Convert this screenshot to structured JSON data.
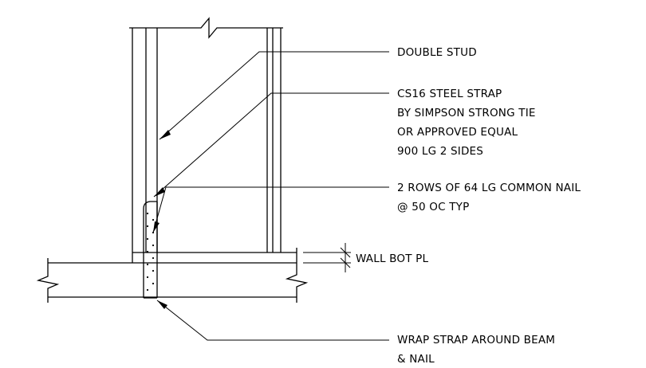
{
  "notes": {
    "double_stud": "DOUBLE STUD",
    "strap_line1": "CS16 STEEL STRAP",
    "strap_line2": "BY SIMPSON STRONG TIE",
    "strap_line3": "OR APPROVED EQUAL",
    "strap_line4": "900 LG 2 SIDES",
    "nail_line1": "2 ROWS OF 64 LG COMMON NAIL",
    "nail_line2": "@ 50 OC TYP",
    "wall_bot_pl": "WALL BOT PL",
    "wrap_line1": "WRAP STRAP AROUND BEAM",
    "wrap_line2": "& NAIL"
  }
}
